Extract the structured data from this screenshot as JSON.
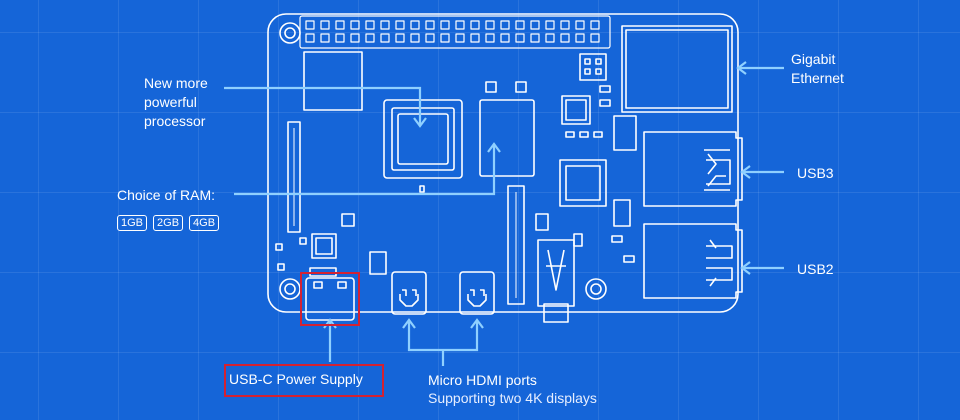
{
  "labels": {
    "processor": [
      "New more",
      "powerful",
      "processor"
    ],
    "ram_title": "Choice of RAM:",
    "ram_options": [
      "1GB",
      "2GB",
      "4GB"
    ],
    "ethernet": [
      "Gigabit",
      "Ethernet"
    ],
    "usb3": "USB3",
    "usb2": "USB2",
    "power": "USB-C Power Supply",
    "hdmi": "Micro HDMI ports",
    "hdmi_sub": "Supporting two 4K displays"
  },
  "icons": {
    "board": "raspberry-pi-4-board",
    "processor": "chip-icon",
    "ram": "ram-chip-icon",
    "ethernet_port": "ethernet-port-icon",
    "usb_port": "usb-port-icon",
    "hdmi_port": "micro-hdmi-port-icon",
    "power_port": "usb-c-port-icon"
  },
  "colors": {
    "background": "#1565d8",
    "line": "#ffffff",
    "arrow": "#8fd0ff",
    "highlight": "#d32233"
  }
}
